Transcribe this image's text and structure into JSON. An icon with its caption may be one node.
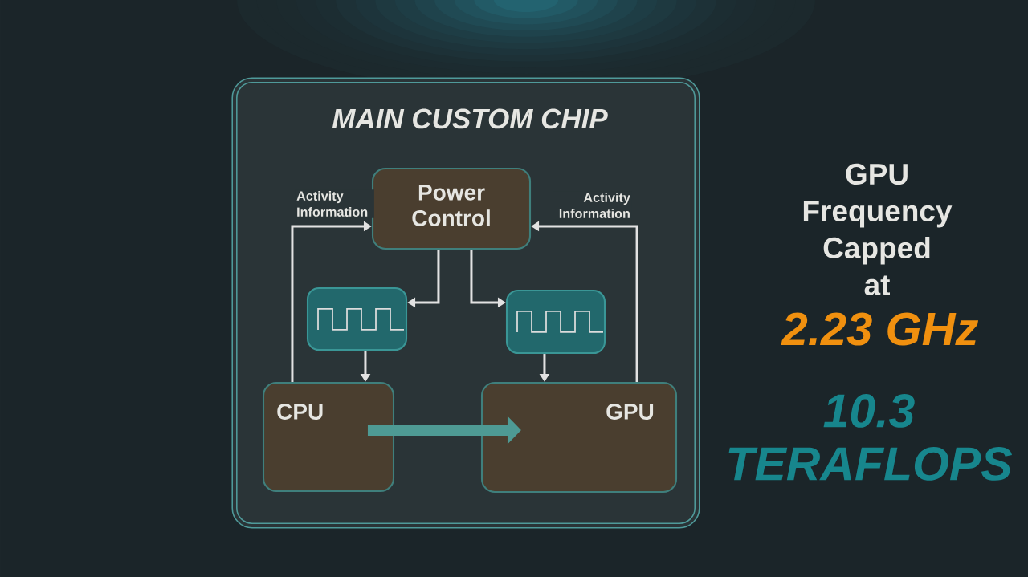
{
  "diagram": {
    "nodes": [
      {
        "text": [
          "MAIN CUSTOM CHIP"
        ]
      },
      {
        "text": [
          "Power Control"
        ],
        "in": 0
      },
      {
        "text": [],
        "shape": "box",
        "in": 0
      },
      {
        "text": [],
        "shape": "box",
        "in": 0
      },
      {
        "text": [
          "CPU"
        ],
        "in": 0
      },
      {
        "text": [
          "GPU"
        ],
        "in": 0
      }
    ],
    "edges": [
      {
        "from": 4,
        "to": 1,
        "arrow": "to",
        "label": "Activity Information"
      },
      {
        "from": 5,
        "to": 1,
        "arrow": "to",
        "label": "Activity Information"
      },
      {
        "from": 1,
        "to": 2,
        "arrow": "to"
      },
      {
        "from": 1,
        "to": 3,
        "arrow": "to"
      },
      {
        "from": 2,
        "to": 4,
        "arrow": "to"
      },
      {
        "from": 3,
        "to": 5,
        "arrow": "to"
      },
      {
        "from": 4,
        "to": 5,
        "arrow": "to",
        "style": "thick",
        "color": "#4e9a94"
      }
    ],
    "labels": [
      "GPU Frequency Capped at",
      "2.23 GHz",
      "10.3 TERAFLOPS"
    ]
  }
}
